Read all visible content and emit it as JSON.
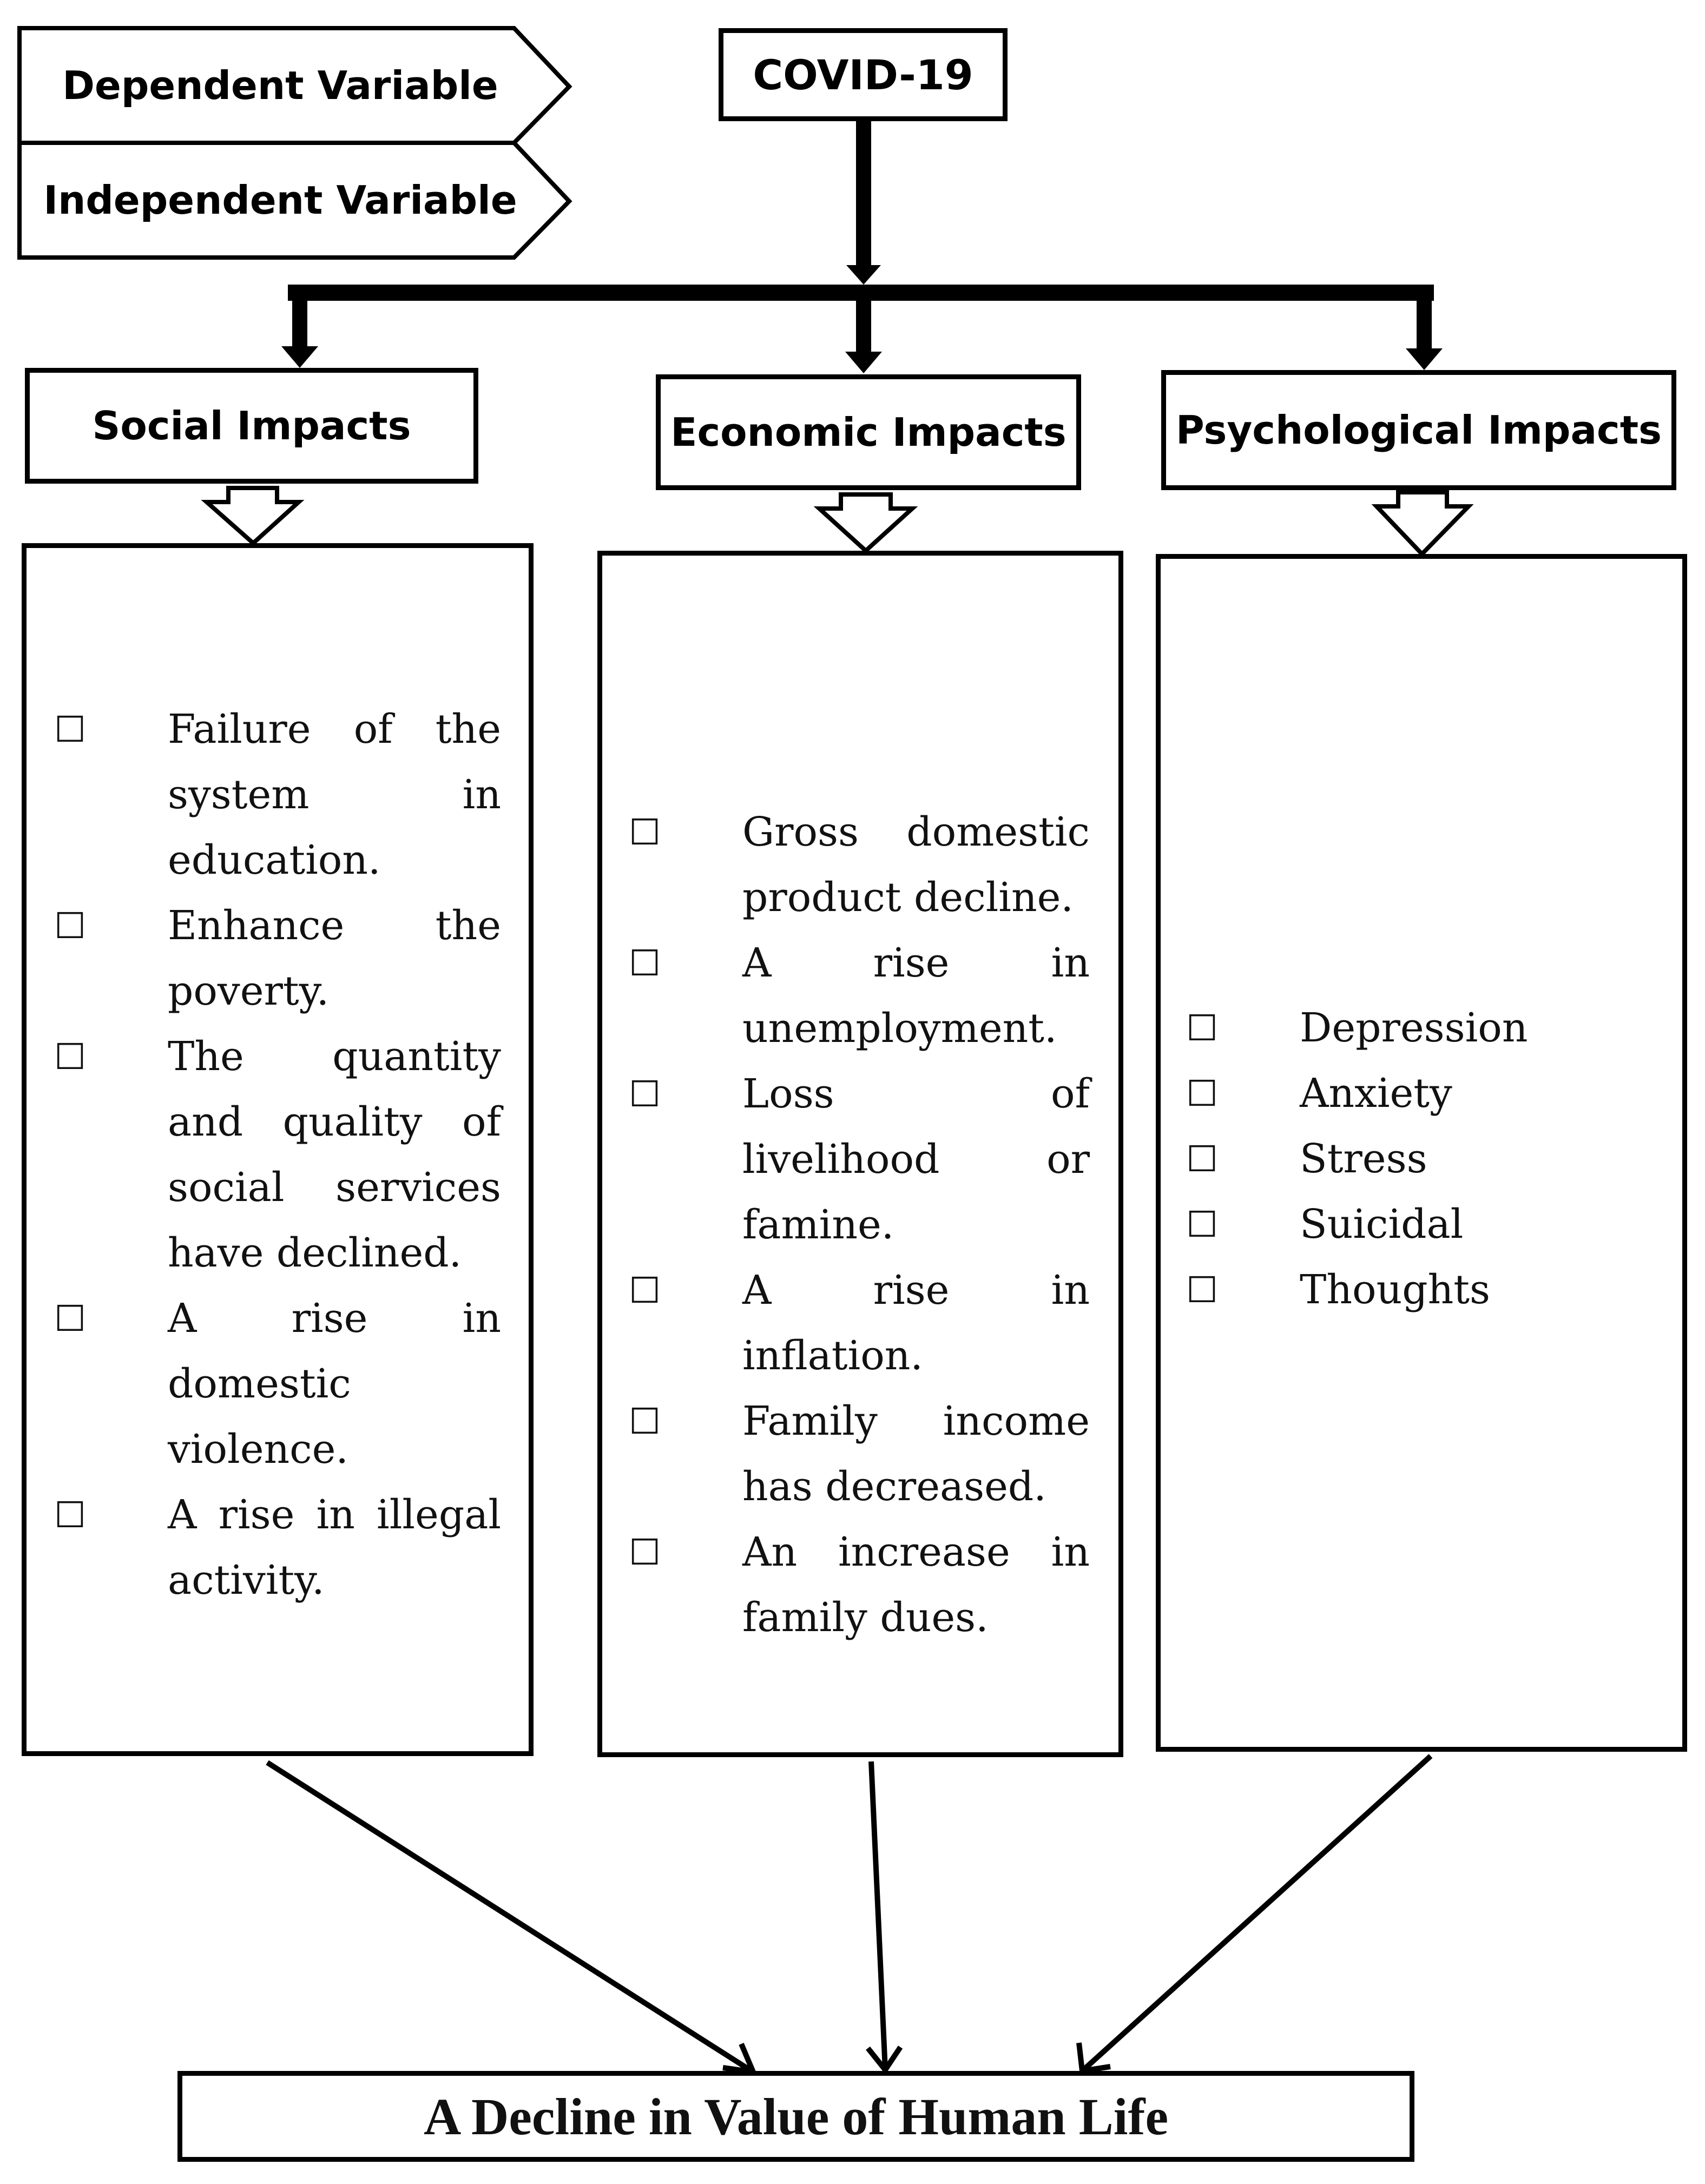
{
  "legend": {
    "dependent": "Dependent Variable",
    "independent": "Independent Variable"
  },
  "root": {
    "label": "COVID-19"
  },
  "categories": [
    {
      "title": "Social Impacts",
      "items": [
        "Failure of the system in education.",
        "Enhance the poverty.",
        "The quantity and quality of social services have declined.",
        "A rise in domestic violence.",
        "A rise in illegal activity."
      ]
    },
    {
      "title": "Economic Impacts",
      "items": [
        "Gross domestic product decline.",
        "A rise in unemployment.",
        "Loss of livelihood or famine.",
        "A rise in inflation.",
        "Family income has decreased.",
        "An increase in family dues."
      ]
    },
    {
      "title": "Psychological Impacts",
      "items": [
        "Depression",
        "Anxiety",
        "Stress",
        "Suicidal",
        "Thoughts"
      ]
    }
  ],
  "checkbox_glyph": "☐",
  "outcome": {
    "label": "A Decline in Value of Human Life"
  }
}
